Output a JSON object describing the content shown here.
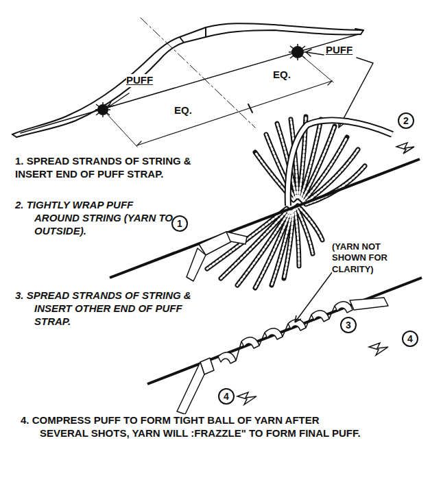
{
  "diagram": {
    "labels": [
      "PUFF",
      "PUFF",
      "EQ.",
      "EQ.",
      "2",
      "1. SPREAD STRANDS OF STRING & INSERT END OF PUFF STRAP.",
      "2. TIGHTLY WRAP PUFF AROUND STRING (YARN TO OUTSIDE).",
      "1",
      "(YARN NOT SHOWN FOR CLARITY)",
      "3. SPREAD STRANDS OF STRING & INSERT OTHER END OF PUFF STRAP.",
      "3",
      "4",
      "4",
      "4. COMPRESS PUFF TO FORM TIGHT BALL OF YARN AFTER SEVERAL SHOTS, YARN WILL :FRAZZLE\" TO FORM FINAL PUFF."
    ]
  }
}
